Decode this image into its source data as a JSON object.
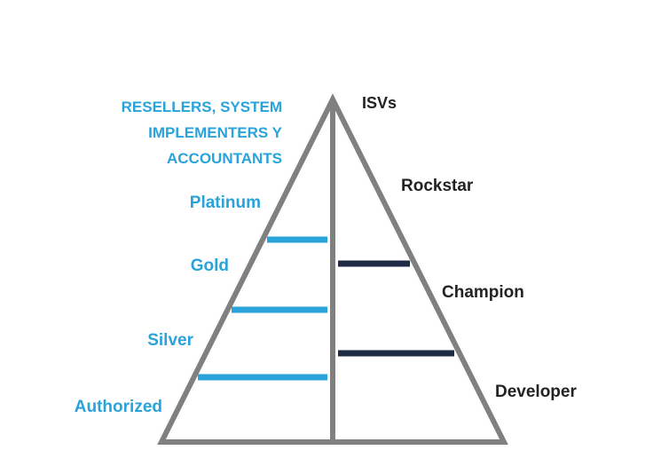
{
  "colors": {
    "outline": "#808080",
    "left_accent": "#29a3d9",
    "right_accent": "#1f2a44",
    "right_text": "#222222"
  },
  "left": {
    "heading_lines": [
      "RESELLERS, SYSTEM",
      "IMPLEMENTERS Y",
      "ACCOUNTANTS"
    ],
    "tiers": [
      "Platinum",
      "Gold",
      "Silver",
      "Authorized"
    ]
  },
  "right": {
    "heading": "ISVs",
    "tiers": [
      "Rockstar",
      "Champion",
      "Developer"
    ]
  }
}
